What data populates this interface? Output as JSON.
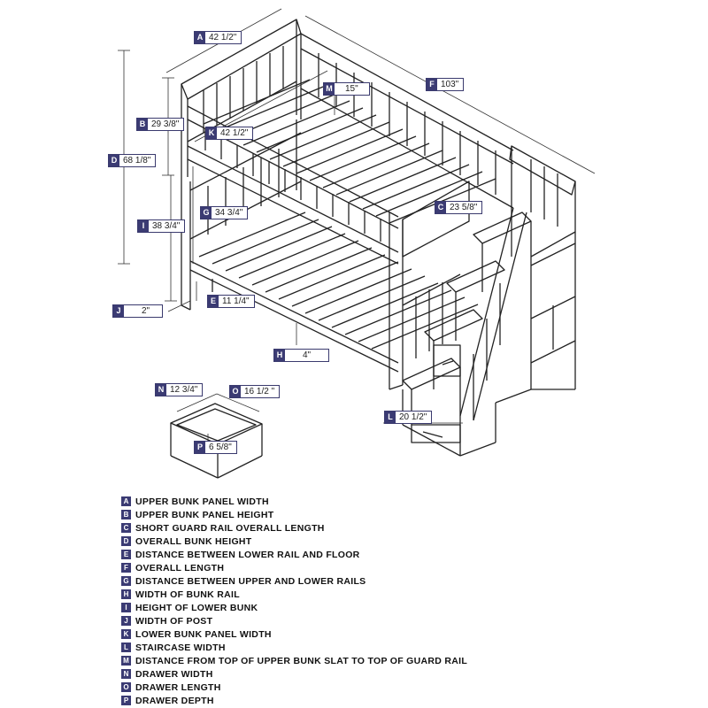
{
  "dimensions": {
    "A": {
      "letter": "A",
      "value": "42 1/2\""
    },
    "B": {
      "letter": "B",
      "value": "29 3/8\""
    },
    "C": {
      "letter": "C",
      "value": "23 5/8\""
    },
    "D": {
      "letter": "D",
      "value": "68 1/8\""
    },
    "E": {
      "letter": "E",
      "value": "11 1/4\""
    },
    "F": {
      "letter": "F",
      "value": "103\""
    },
    "G": {
      "letter": "G",
      "value": "34 3/4\""
    },
    "H": {
      "letter": "H",
      "value": "4\""
    },
    "I": {
      "letter": "I",
      "value": "38 3/4\""
    },
    "J": {
      "letter": "J",
      "value": "2\""
    },
    "K": {
      "letter": "K",
      "value": "42 1/2\""
    },
    "L": {
      "letter": "L",
      "value": "20 1/2\""
    },
    "M": {
      "letter": "M",
      "value": "15\""
    },
    "N": {
      "letter": "N",
      "value": "12 3/4\""
    },
    "O": {
      "letter": "O",
      "value": "16 1/2 \""
    },
    "P": {
      "letter": "P",
      "value": "6 5/8\""
    }
  },
  "legend": [
    {
      "letter": "A",
      "text": "UPPER BUNK PANEL WIDTH"
    },
    {
      "letter": "B",
      "text": "UPPER BUNK PANEL HEIGHT"
    },
    {
      "letter": "C",
      "text": "SHORT GUARD RAIL OVERALL LENGTH"
    },
    {
      "letter": "D",
      "text": "OVERALL BUNK HEIGHT"
    },
    {
      "letter": "E",
      "text": "DISTANCE BETWEEN LOWER RAIL AND FLOOR"
    },
    {
      "letter": "F",
      "text": "OVERALL LENGTH"
    },
    {
      "letter": "G",
      "text": "DISTANCE BETWEEN UPPER AND LOWER RAILS"
    },
    {
      "letter": "H",
      "text": "WIDTH OF BUNK RAIL"
    },
    {
      "letter": "I",
      "text": "HEIGHT OF LOWER BUNK"
    },
    {
      "letter": "J",
      "text": "WIDTH OF POST"
    },
    {
      "letter": "K",
      "text": "LOWER BUNK PANEL WIDTH"
    },
    {
      "letter": "L",
      "text": "STAIRCASE WIDTH"
    },
    {
      "letter": "M",
      "text": "DISTANCE FROM TOP OF UPPER BUNK SLAT TO TOP OF GUARD RAIL"
    },
    {
      "letter": "N",
      "text": "DRAWER WIDTH"
    },
    {
      "letter": "O",
      "text": "DRAWER LENGTH"
    },
    {
      "letter": "P",
      "text": "DRAWER DEPTH"
    }
  ],
  "colors": {
    "label_fill": "#3b3b73",
    "line": "#222222",
    "dim_line": "#333333"
  }
}
